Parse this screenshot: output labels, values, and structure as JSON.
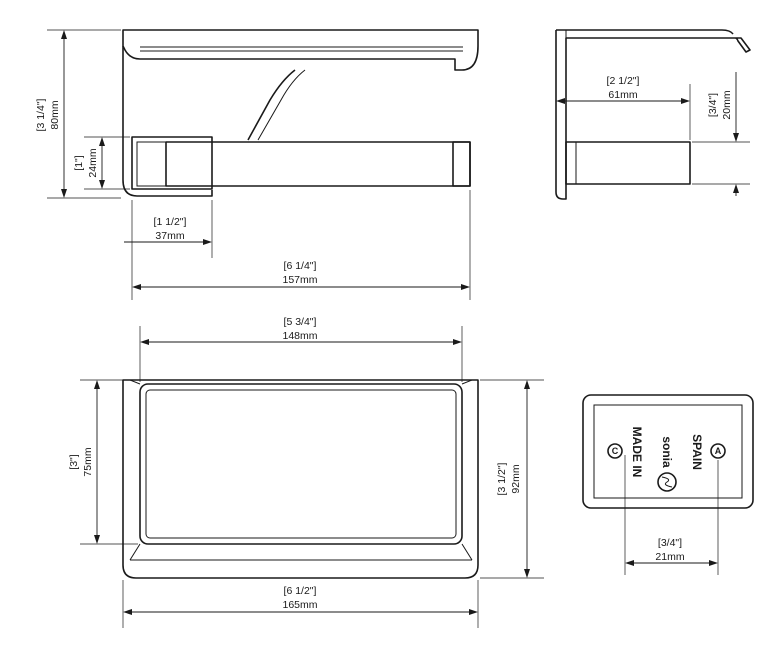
{
  "dimensions": {
    "front_height": {
      "inch": "[3 1/4\"]",
      "mm": "80mm"
    },
    "front_bar_height": {
      "inch": "[1\"]",
      "mm": "24mm"
    },
    "front_bar_offset": {
      "inch": "[1 1/2\"]",
      "mm": "37mm"
    },
    "front_width": {
      "inch": "[6 1/4\"]",
      "mm": "157mm"
    },
    "side_depth": {
      "inch": "[2 1/2\"]",
      "mm": "61mm"
    },
    "side_bar_height": {
      "inch": "[3/4\"]",
      "mm": "20mm"
    },
    "top_inner_width": {
      "inch": "[5 3/4\"]",
      "mm": "148mm"
    },
    "top_inner_height": {
      "inch": "[3\"]",
      "mm": "75mm"
    },
    "top_outer_height": {
      "inch": "[3 1/2\"]",
      "mm": "92mm"
    },
    "top_outer_width": {
      "inch": "[6 1/2\"]",
      "mm": "165mm"
    },
    "plate_hole_spacing": {
      "inch": "[3/4\"]",
      "mm": "21mm"
    }
  },
  "plate": {
    "line1": "MADE IN",
    "line2": "sonia",
    "line3": "SPAIN",
    "mark_left": "C",
    "mark_right": "A"
  }
}
